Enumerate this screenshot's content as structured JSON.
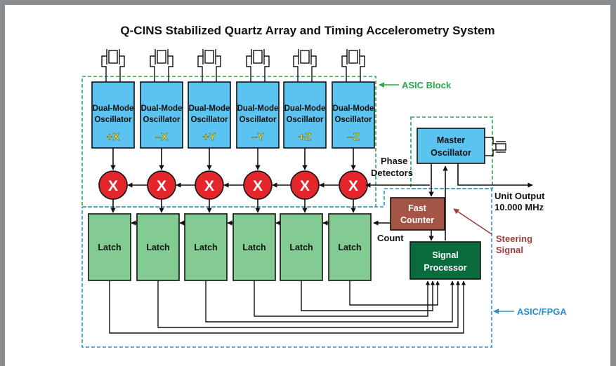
{
  "title": "Q-CINS Stabilized Quartz Array and Timing Accelerometry System",
  "oscillator_label_line1": "Dual-Mode",
  "oscillator_label_line2": "Oscillator",
  "axes": [
    "+X",
    "–X",
    "+Y",
    "–Y",
    "+Z",
    "–Z"
  ],
  "mixer_symbol": "X",
  "latch_label": "Latch",
  "master_line1": "Master",
  "master_line2": "Oscillator",
  "fast_line1": "Fast",
  "fast_line2": "Counter",
  "signal_line1": "Signal",
  "signal_line2": "Processor",
  "phase_line1": "Phase",
  "phase_line2": "Detectors",
  "count_label": "Count",
  "unit_output_line1": "Unit Output",
  "unit_output_line2": "10.000 MHz",
  "steering_line1": "Steering",
  "steering_line2": "Signal",
  "asic_block_label": "ASIC Block",
  "asic_fpga_label": "ASIC/FPGA",
  "colors": {
    "oscillator_fill": "#5bc3ef",
    "axis_text": "#f5e11e",
    "mixer_fill": "#e3262b",
    "latch_fill": "#82cc93",
    "fast_counter_fill": "#a45545",
    "signal_processor_fill": "#0a6b3c",
    "asic_block_border": "#2aa84a",
    "asic_fpga_border": "#2a8fd0",
    "steering_color": "#9b3f3a"
  }
}
